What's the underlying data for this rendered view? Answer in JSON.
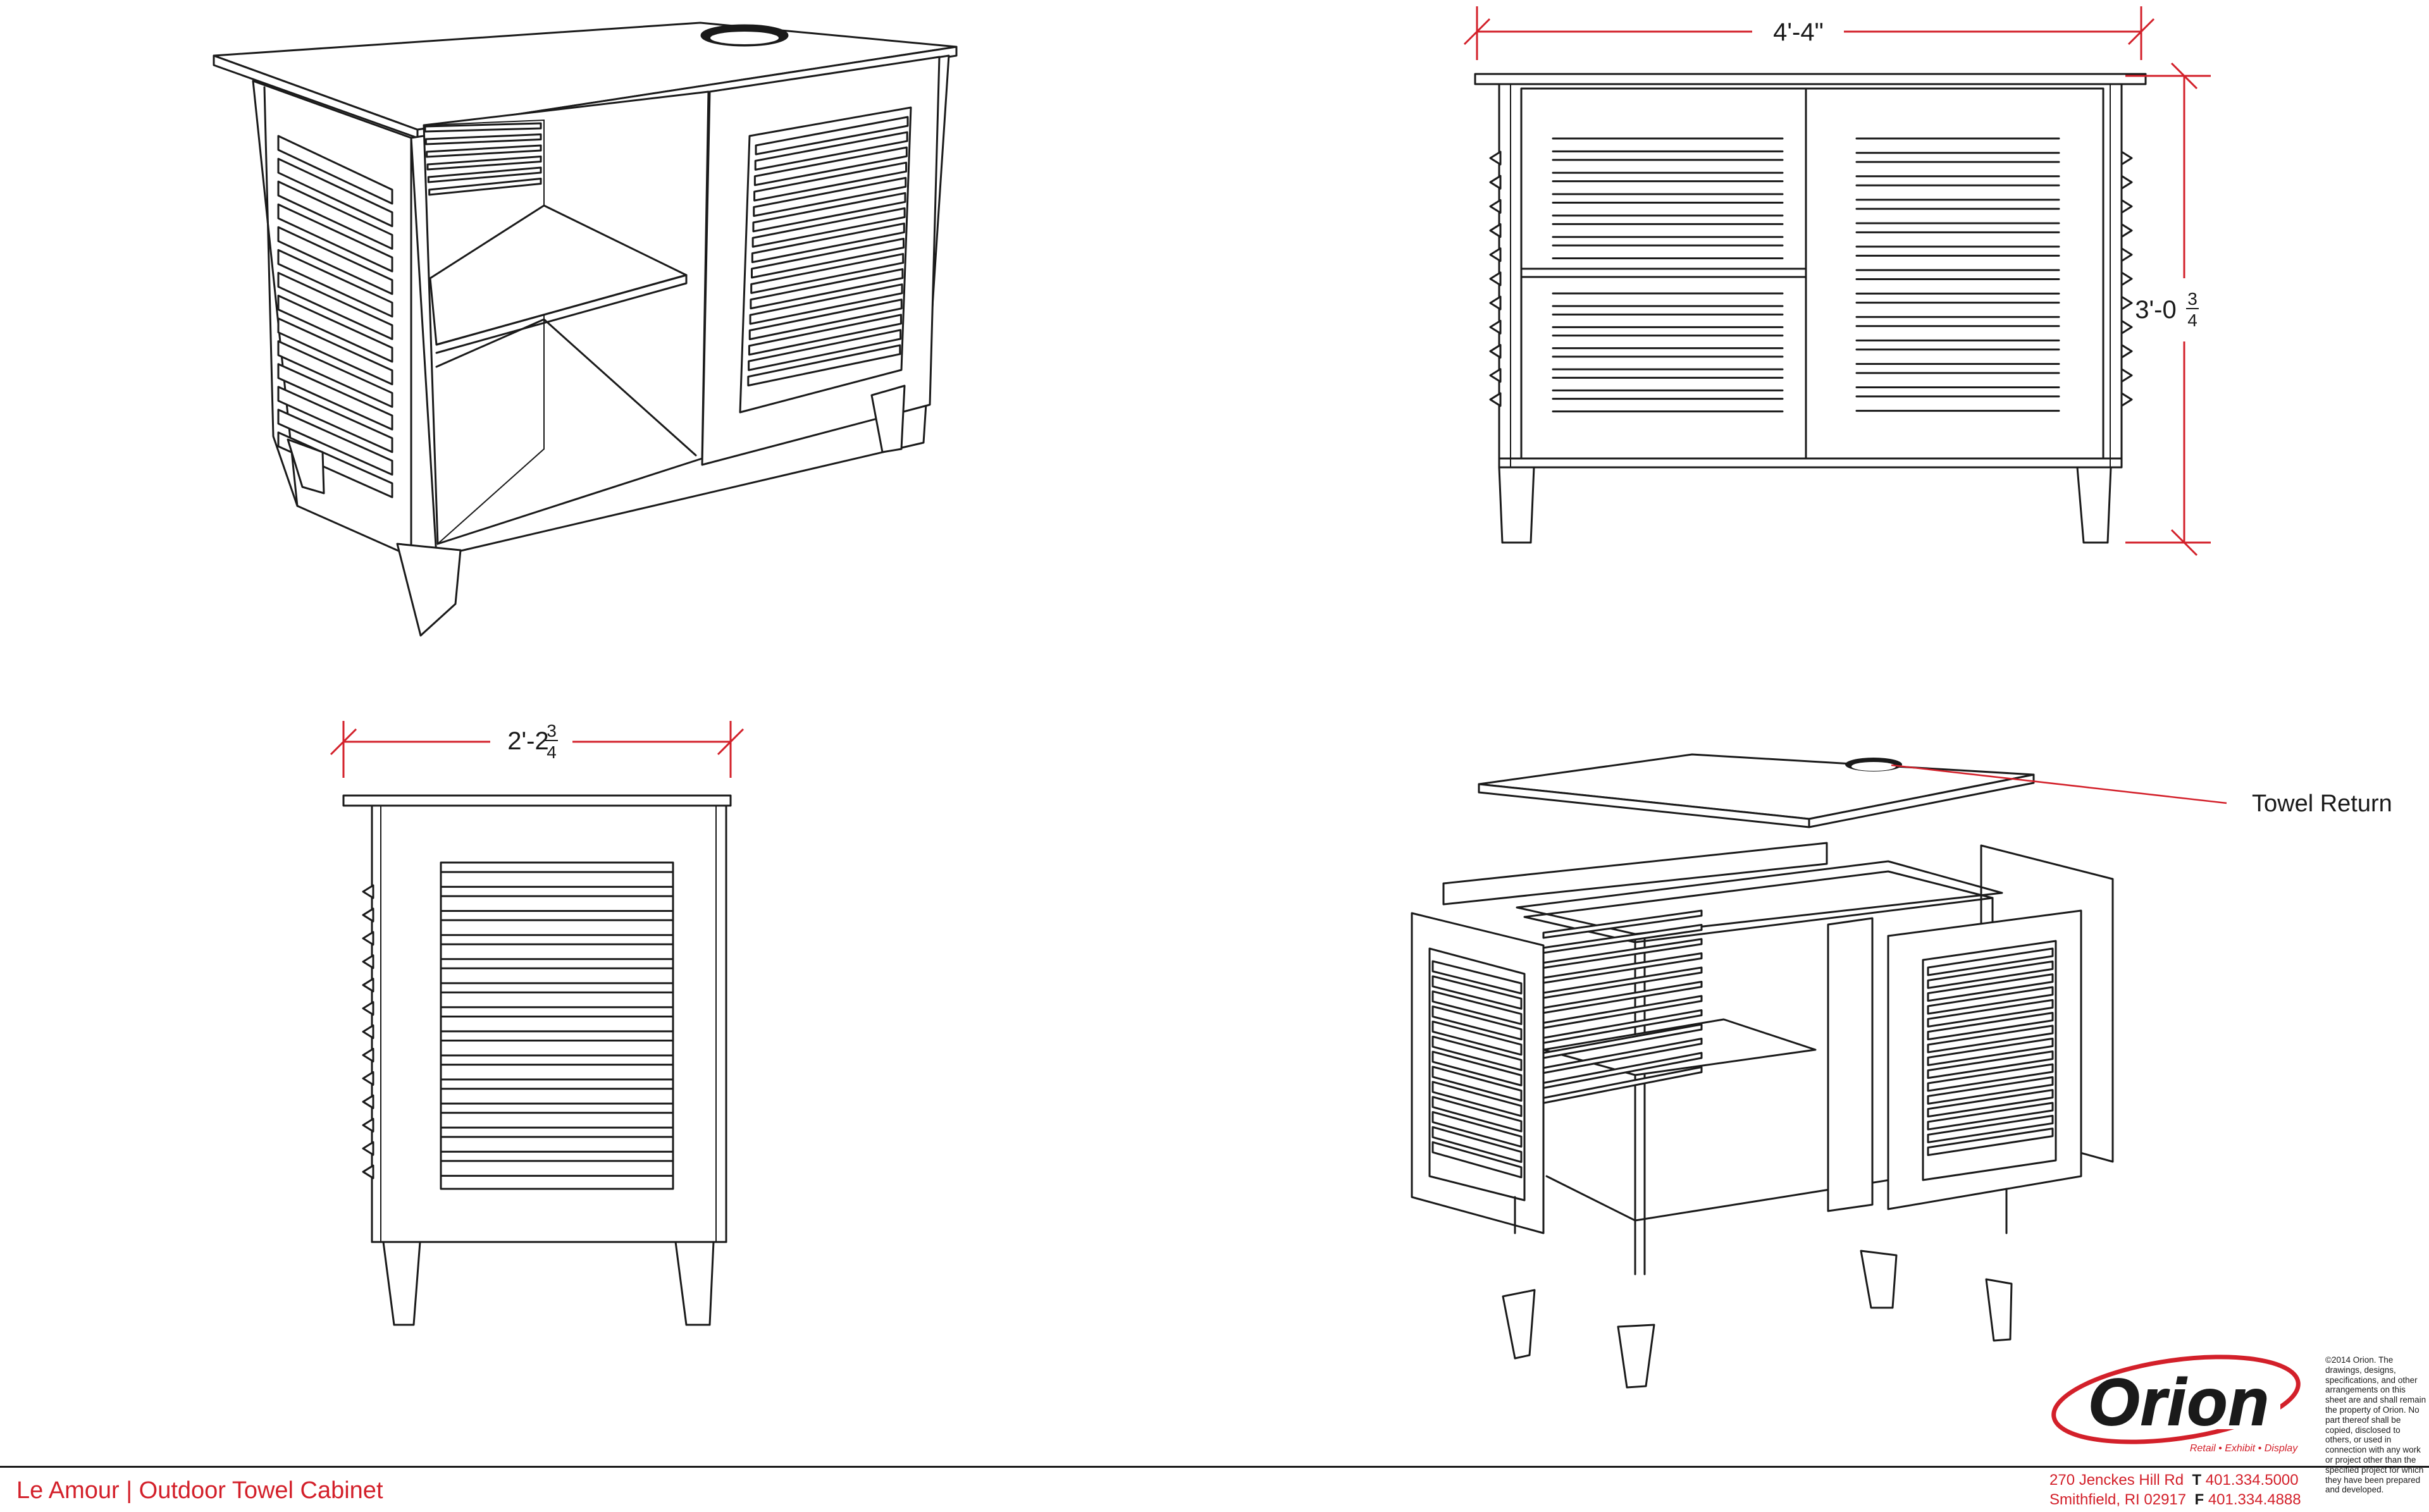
{
  "sheet": {
    "project_title": "Le Amour | Outdoor Towel Cabinet",
    "address_line1": "270 Jenckes Hill Rd",
    "address_line2": "Smithfield, RI 02917",
    "phone_label": "T",
    "phone": "401.334.5000",
    "fax_label": "F",
    "fax": "401.334.4888",
    "copyright": "©2014 Orion. The drawings, designs, specifications, and other arrangements on this sheet are and shall remain the property of Orion. No part thereof shall be copied, disclosed to others, or used in connection with any work or project other than the specified project for which they have been prepared and developed."
  },
  "logo": {
    "name": "Orion",
    "tagline": "Retail • Exhibit • Display",
    "color": "#d3202a"
  },
  "dimensions": {
    "width": "4'-4\"",
    "height_whole": "3'-0",
    "height_fraction_num": "3",
    "height_fraction_den": "4",
    "depth_whole": "2'-2",
    "depth_fraction_num": "3",
    "depth_fraction_den": "4"
  },
  "callouts": {
    "towel_return": "Towel Return"
  },
  "colors": {
    "dimension_red": "#d3202a",
    "linework": "#1a1a1a"
  }
}
